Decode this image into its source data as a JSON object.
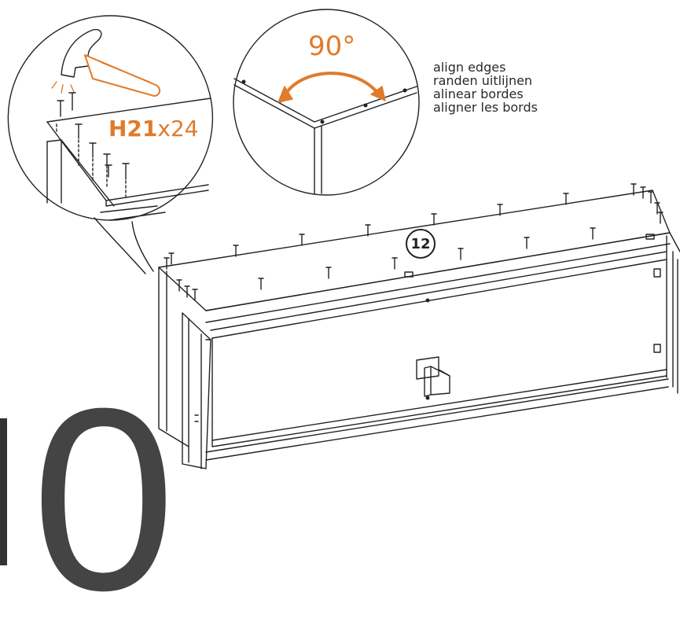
{
  "hardware": {
    "code": "H21",
    "quantity": "x24"
  },
  "angle": {
    "value": "90°"
  },
  "instructions": [
    "align edges",
    "randen uitlijnen",
    "alinear bordes",
    "aligner les bords"
  ],
  "part_label": "12",
  "step_number": "0",
  "icons": [
    "hammer-icon",
    "screw-icon",
    "angle-arc-icon"
  ],
  "colors": {
    "accent": "#e07b2a",
    "line": "#222222"
  }
}
